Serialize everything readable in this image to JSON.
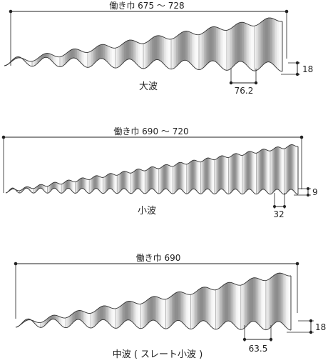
{
  "panels": [
    {
      "key": "large",
      "name": "大波",
      "width_label": "働き巾 675 ～ 728",
      "pitch_label": "76.2",
      "height_label": "18"
    },
    {
      "key": "small",
      "name": "小波",
      "width_label": "働き巾 690 ～ 720",
      "pitch_label": "32",
      "height_label": "9"
    },
    {
      "key": "medium",
      "name": "中波 ( スレート小波 )",
      "width_label": "働き巾 690",
      "pitch_label": "63.5",
      "height_label": "18"
    }
  ],
  "colors": {
    "line": "#222222",
    "sheet_light": "#f4f4f4",
    "sheet_dark": "#9a9a9a"
  }
}
